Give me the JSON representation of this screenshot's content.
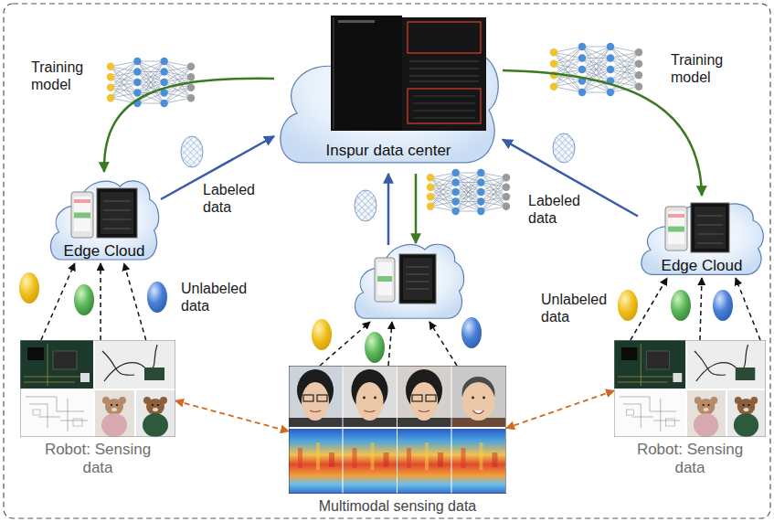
{
  "diagram": {
    "nodes": [
      {
        "text": [
          "Inspur data center"
        ]
      },
      {
        "text": [
          "Edge Cloud"
        ]
      },
      {
        "text": [
          "Edge Cloud"
        ]
      },
      {
        "text": [
          "Robot: Sensing data"
        ]
      },
      {
        "text": [
          "Multimodal sensing data"
        ]
      },
      {
        "text": [
          "Robot: Sensing data"
        ]
      }
    ],
    "edges": [
      {
        "from": 0,
        "to": 1,
        "label": "Training model",
        "arrow": "to"
      },
      {
        "from": 1,
        "to": 0,
        "label": "Labeled data",
        "arrow": "to"
      },
      {
        "from": 0,
        "to": 2,
        "label": "Training model",
        "arrow": "to"
      },
      {
        "from": 2,
        "to": 0,
        "label": "Labeled data",
        "arrow": "to"
      },
      {
        "from": 3,
        "to": 1,
        "arrow": "to"
      },
      {
        "from": 3,
        "to": 1,
        "arrow": "to"
      },
      {
        "from": 3,
        "to": 1,
        "arrow": "to"
      },
      {
        "from": 5,
        "to": 2,
        "arrow": "to"
      },
      {
        "from": 5,
        "to": 2,
        "arrow": "to"
      },
      {
        "from": 5,
        "to": 2,
        "arrow": "to"
      },
      {
        "from": 3,
        "to": 4,
        "arrow": "both"
      },
      {
        "from": 5,
        "to": 4,
        "arrow": "both"
      }
    ],
    "labels": [
      "Unlabeled data",
      "Unlabeled data"
    ]
  }
}
